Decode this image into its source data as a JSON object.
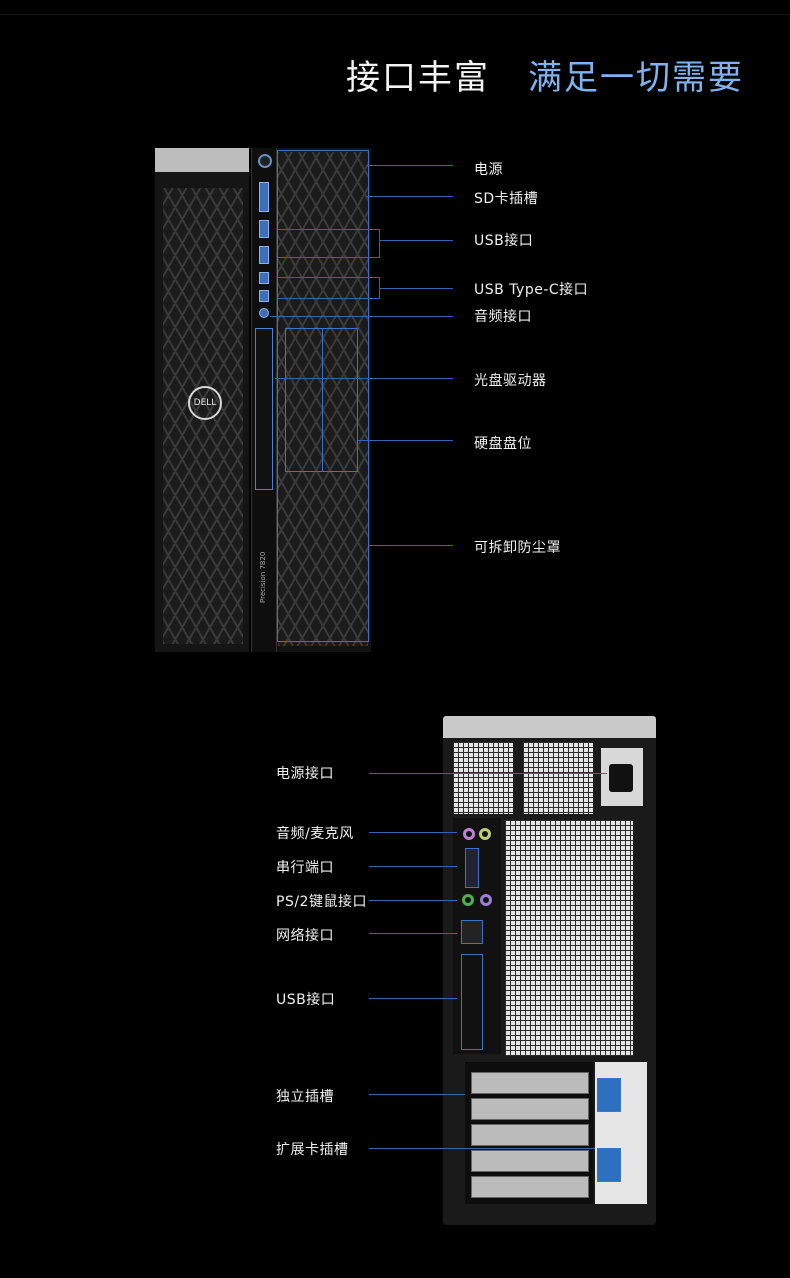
{
  "header": {
    "title_white": "接口丰富",
    "title_blue": "满足一切需要"
  },
  "front": {
    "logo_text": "DELL",
    "model_text": "Precision 7820",
    "labels": {
      "power": "电源",
      "sd_slot": "SD卡插槽",
      "usb": "USB接口",
      "usb_c": "USB Type-C接口",
      "audio": "音频接口",
      "optical": "光盘驱动器",
      "drive_bay": "硬盘盘位",
      "dust_cover": "可拆卸防尘罩"
    }
  },
  "rear": {
    "labels": {
      "power_port": "电源接口",
      "audio_mic": "音频/麦克风",
      "serial": "串行端口",
      "ps2": "PS/2键鼠接口",
      "network": "网络接口",
      "usb": "USB接口",
      "independent_slot": "独立插槽",
      "expansion_slot": "扩展卡插槽"
    }
  },
  "colors": {
    "accent_blue": "#7fb2ee",
    "line_blue": "#3565b0",
    "background": "#000000"
  }
}
